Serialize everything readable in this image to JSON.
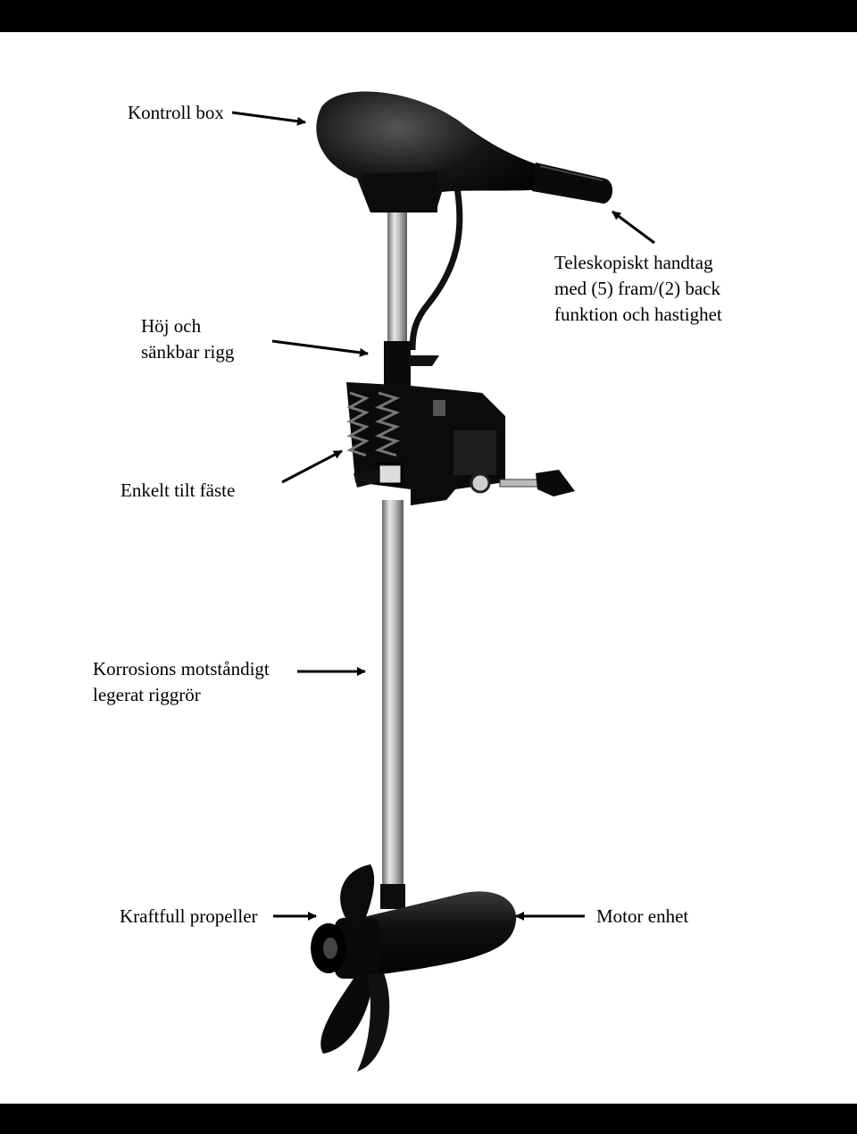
{
  "labels": {
    "control_box": "Kontroll box",
    "handle": [
      "Teleskopiskt handtag",
      "med (5) fram/(2) back",
      "funktion och hastighet"
    ],
    "rig": [
      "Höj och",
      "sänkbar rigg"
    ],
    "tilt_mount": "Enkelt tilt fäste",
    "shaft": [
      "Korrosions motståndigt",
      "legerat riggrör"
    ],
    "propeller": "Kraftfull propeller",
    "motor_unit": "Motor enhet"
  }
}
